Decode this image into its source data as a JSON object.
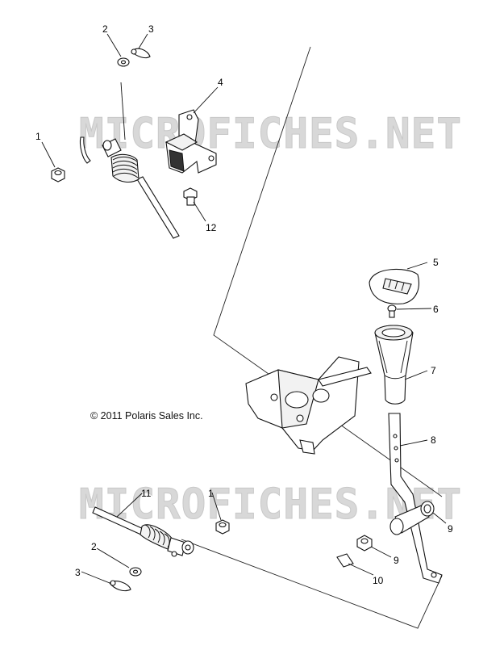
{
  "watermarks": [
    "MICROFICHES.NET",
    "MICROFICHES.NET"
  ],
  "copyright": "© 2011 Polaris Sales Inc.",
  "callouts": [
    "1",
    "2",
    "3",
    "4",
    "12",
    "5",
    "6",
    "7",
    "8",
    "9",
    "9",
    "10",
    "11",
    "1",
    "2",
    "3"
  ]
}
